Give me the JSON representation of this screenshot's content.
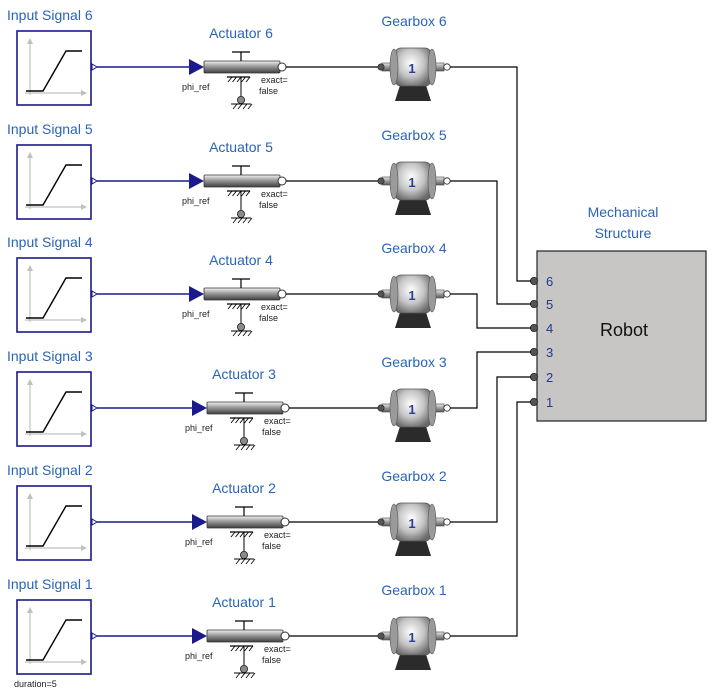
{
  "colors": {
    "label_blue": "#2a64b4",
    "signal_wire": "#1a1a8a",
    "robot_fill": "#c8c5c5",
    "gearbox_base": "#2b2b2b"
  },
  "channels": [
    {
      "input_label": "Input Signal 6",
      "actuator_label": "Actuator 6",
      "gearbox_label": "Gearbox 6",
      "phi_ref": "phi_ref",
      "exact": "exact=",
      "exact_val": "false",
      "ratio": "1",
      "duration": ""
    },
    {
      "input_label": "Input Signal 5",
      "actuator_label": "Actuator 5",
      "gearbox_label": "Gearbox 5",
      "phi_ref": "phi_ref",
      "exact": "exact=",
      "exact_val": "false",
      "ratio": "1",
      "duration": ""
    },
    {
      "input_label": "Input Signal 4",
      "actuator_label": "Actuator 4",
      "gearbox_label": "Gearbox 4",
      "phi_ref": "phi_ref",
      "exact": "exact=",
      "exact_val": "false",
      "ratio": "1",
      "duration": ""
    },
    {
      "input_label": "Input Signal 3",
      "actuator_label": "Actuator 3",
      "gearbox_label": "Gearbox 3",
      "phi_ref": "phi_ref",
      "exact": "exact=",
      "exact_val": "false",
      "ratio": "1",
      "duration": ""
    },
    {
      "input_label": "Input Signal 2",
      "actuator_label": "Actuator 2",
      "gearbox_label": "Gearbox 2",
      "phi_ref": "phi_ref",
      "exact": "exact=",
      "exact_val": "false",
      "ratio": "1",
      "duration": ""
    },
    {
      "input_label": "Input Signal 1",
      "actuator_label": "Actuator 1",
      "gearbox_label": "Gearbox 1",
      "phi_ref": "phi_ref",
      "exact": "exact=",
      "exact_val": "false",
      "ratio": "1",
      "duration": "duration=5"
    }
  ],
  "robot": {
    "title_line1": "Mechanical",
    "title_line2": "Structure",
    "label": "Robot",
    "ports": [
      "6",
      "5",
      "4",
      "3",
      "2",
      "1"
    ]
  }
}
